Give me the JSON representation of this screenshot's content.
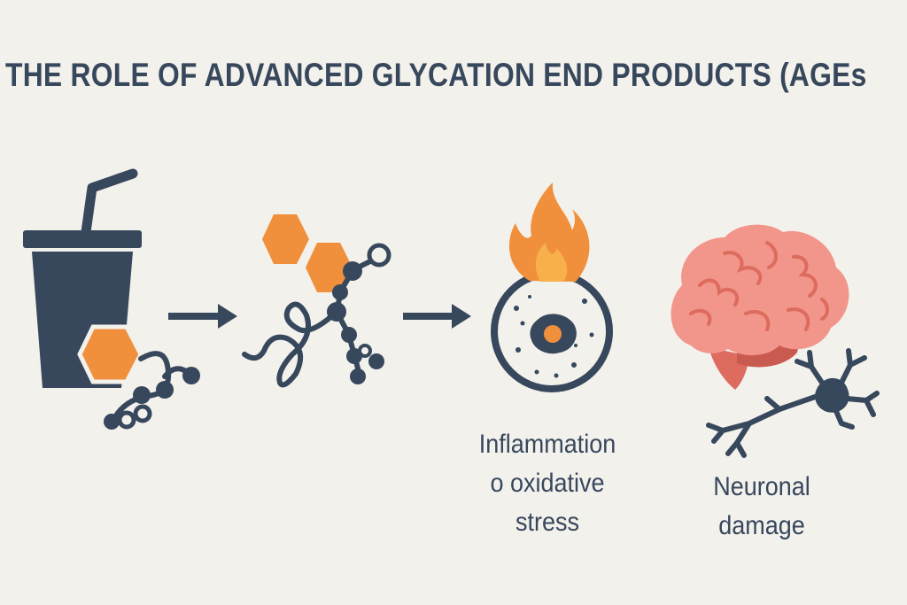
{
  "title": "THE ROLE OF ADVANCED GLYCATION END PRODUCTS (AGEs",
  "stages": {
    "inflammation": {
      "lines": [
        "Inflammation",
        "o oxidative",
        "stress"
      ]
    },
    "neuronal": {
      "lines": [
        "Neuronal",
        "damage"
      ]
    }
  },
  "icons": [
    "sugary-drink-icon",
    "arrow-right-icon",
    "age-molecule-icon",
    "arrow-right-icon",
    "inflamed-cell-icon",
    "brain-icon",
    "neuron-icon"
  ],
  "colors": {
    "background": "#f3f1ec",
    "navy": "#37475c",
    "orange": "#f08f3c",
    "flame-inner": "#f7b04a",
    "brain-pink": "#f2958b",
    "brain-dark": "#dd6b5e"
  }
}
